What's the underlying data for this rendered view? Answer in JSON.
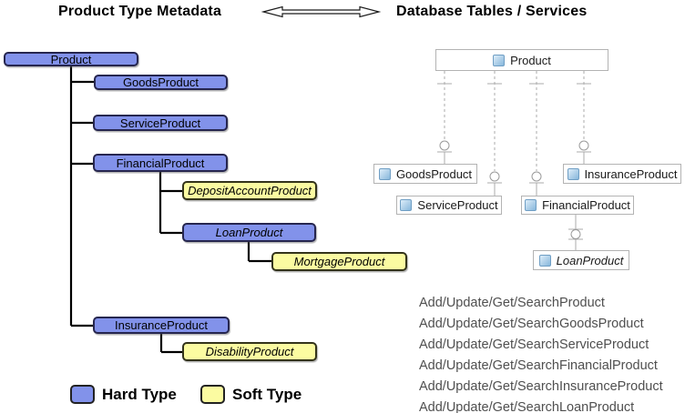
{
  "header": {
    "left_title": "Product Type Metadata",
    "right_title": "Database Tables / Services"
  },
  "colors": {
    "hard_type_fill": "#8292ea",
    "soft_type_fill": "#fbfba1",
    "tree_connector": "#000000",
    "db_connector": "#ababab",
    "db_box_border": "#b3b3b3"
  },
  "tree": {
    "nodes": [
      {
        "label": "Product",
        "type": "hard",
        "italic": false
      },
      {
        "label": "GoodsProduct",
        "type": "hard",
        "italic": false
      },
      {
        "label": "ServiceProduct",
        "type": "hard",
        "italic": false
      },
      {
        "label": "FinancialProduct",
        "type": "hard",
        "italic": false
      },
      {
        "label": "DepositAccountProduct",
        "type": "soft",
        "italic": true
      },
      {
        "label": "LoanProduct",
        "type": "hard",
        "italic": true
      },
      {
        "label": "MortgageProduct",
        "type": "soft",
        "italic": true
      },
      {
        "label": "InsuranceProduct",
        "type": "hard",
        "italic": false
      },
      {
        "label": "DisabilityProduct",
        "type": "soft",
        "italic": true
      }
    ]
  },
  "database": {
    "tables": [
      {
        "label": "Product",
        "italic": false
      },
      {
        "label": "GoodsProduct",
        "italic": false
      },
      {
        "label": "InsuranceProduct",
        "italic": false
      },
      {
        "label": "ServiceProduct",
        "italic": false
      },
      {
        "label": "FinancialProduct",
        "italic": false
      },
      {
        "label": "LoanProduct",
        "italic": true
      }
    ],
    "services": [
      "Add/Update/Get/SearchProduct",
      "Add/Update/Get/SearchGoodsProduct",
      "Add/Update/Get/SearchServiceProduct",
      "Add/Update/Get/SearchFinancialProduct",
      "Add/Update/Get/SearchInsuranceProduct",
      "Add/Update/Get/SearchLoanProduct"
    ]
  },
  "legend": {
    "hard_label": "Hard Type",
    "soft_label": "Soft Type"
  }
}
